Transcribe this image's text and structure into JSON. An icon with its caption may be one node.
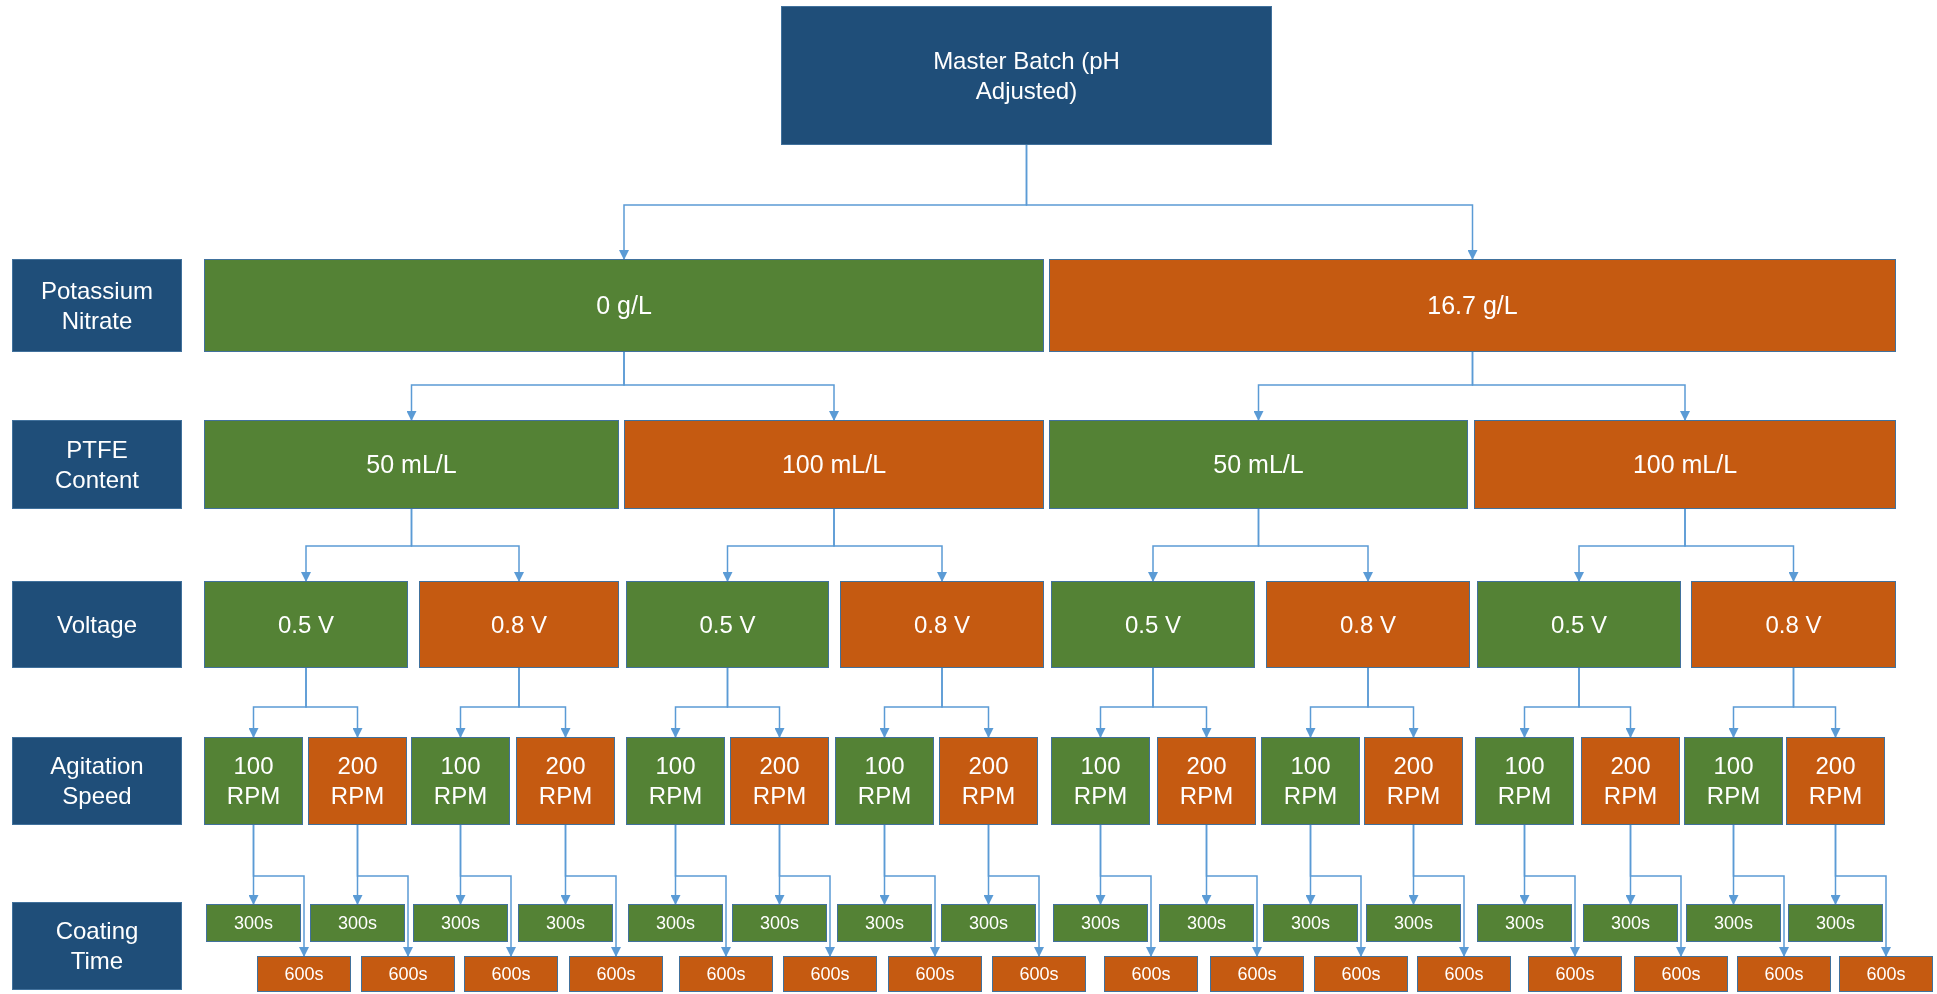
{
  "diagram": {
    "nodes": [
      {
        "text": [
          "Master Batch (pH Adjusted)"
        ]
      },
      {
        "text": [
          "Potassium Nitrate"
        ]
      },
      {
        "text": [
          "PTFE Content"
        ]
      },
      {
        "text": [
          "Voltage"
        ]
      },
      {
        "text": [
          "Agitation Speed"
        ]
      },
      {
        "text": [
          "Coating Time"
        ]
      },
      {
        "text": [
          "0 g/L"
        ]
      },
      {
        "text": [
          "16.7 g/L"
        ]
      },
      {
        "text": [
          "50 mL/L"
        ]
      },
      {
        "text": [
          "100 mL/L"
        ]
      },
      {
        "text": [
          "50 mL/L"
        ]
      },
      {
        "text": [
          "100 mL/L"
        ]
      },
      {
        "text": [
          "0.5 V"
        ]
      },
      {
        "text": [
          "0.8 V"
        ]
      },
      {
        "text": [
          "0.5 V"
        ]
      },
      {
        "text": [
          "0.8 V"
        ]
      },
      {
        "text": [
          "0.5 V"
        ]
      },
      {
        "text": [
          "0.8 V"
        ]
      },
      {
        "text": [
          "0.5 V"
        ]
      },
      {
        "text": [
          "0.8 V"
        ]
      },
      {
        "text": [
          "100 RPM"
        ]
      },
      {
        "text": [
          "200 RPM"
        ]
      },
      {
        "text": [
          "100 RPM"
        ]
      },
      {
        "text": [
          "200 RPM"
        ]
      },
      {
        "text": [
          "100 RPM"
        ]
      },
      {
        "text": [
          "200 RPM"
        ]
      },
      {
        "text": [
          "100 RPM"
        ]
      },
      {
        "text": [
          "200 RPM"
        ]
      },
      {
        "text": [
          "100 RPM"
        ]
      },
      {
        "text": [
          "200 RPM"
        ]
      },
      {
        "text": [
          "100 RPM"
        ]
      },
      {
        "text": [
          "200 RPM"
        ]
      },
      {
        "text": [
          "100 RPM"
        ]
      },
      {
        "text": [
          "200 RPM"
        ]
      },
      {
        "text": [
          "100 RPM"
        ]
      },
      {
        "text": [
          "200 RPM"
        ]
      },
      {
        "text": [
          "300s"
        ]
      },
      {
        "text": [
          "600s"
        ]
      },
      {
        "text": [
          "300s"
        ]
      },
      {
        "text": [
          "600s"
        ]
      },
      {
        "text": [
          "300s"
        ]
      },
      {
        "text": [
          "600s"
        ]
      },
      {
        "text": [
          "300s"
        ]
      },
      {
        "text": [
          "600s"
        ]
      },
      {
        "text": [
          "300s"
        ]
      },
      {
        "text": [
          "600s"
        ]
      },
      {
        "text": [
          "300s"
        ]
      },
      {
        "text": [
          "600s"
        ]
      },
      {
        "text": [
          "300s"
        ]
      },
      {
        "text": [
          "600s"
        ]
      },
      {
        "text": [
          "300s"
        ]
      },
      {
        "text": [
          "600s"
        ]
      },
      {
        "text": [
          "300s"
        ]
      },
      {
        "text": [
          "600s"
        ]
      },
      {
        "text": [
          "300s"
        ]
      },
      {
        "text": [
          "600s"
        ]
      },
      {
        "text": [
          "300s"
        ]
      },
      {
        "text": [
          "600s"
        ]
      },
      {
        "text": [
          "300s"
        ]
      },
      {
        "text": [
          "600s"
        ]
      },
      {
        "text": [
          "300s"
        ]
      },
      {
        "text": [
          "600s"
        ]
      },
      {
        "text": [
          "300s"
        ]
      },
      {
        "text": [
          "600s"
        ]
      },
      {
        "text": [
          "300s"
        ]
      },
      {
        "text": [
          "600s"
        ]
      },
      {
        "text": [
          "300s"
        ]
      },
      {
        "text": [
          "600s"
        ]
      }
    ],
    "edges": [
      {
        "from": 0,
        "to": 6,
        "arrow": "to"
      },
      {
        "from": 0,
        "to": 7,
        "arrow": "to"
      },
      {
        "from": 6,
        "to": 8,
        "arrow": "to"
      },
      {
        "from": 6,
        "to": 9,
        "arrow": "to"
      },
      {
        "from": 7,
        "to": 10,
        "arrow": "to"
      },
      {
        "from": 7,
        "to": 11,
        "arrow": "to"
      },
      {
        "from": 8,
        "to": 12,
        "arrow": "to"
      },
      {
        "from": 8,
        "to": 13,
        "arrow": "to"
      },
      {
        "from": 9,
        "to": 14,
        "arrow": "to"
      },
      {
        "from": 9,
        "to": 15,
        "arrow": "to"
      },
      {
        "from": 10,
        "to": 16,
        "arrow": "to"
      },
      {
        "from": 10,
        "to": 17,
        "arrow": "to"
      },
      {
        "from": 11,
        "to": 18,
        "arrow": "to"
      },
      {
        "from": 11,
        "to": 19,
        "arrow": "to"
      },
      {
        "from": 12,
        "to": 20,
        "arrow": "to"
      },
      {
        "from": 12,
        "to": 21,
        "arrow": "to"
      },
      {
        "from": 13,
        "to": 22,
        "arrow": "to"
      },
      {
        "from": 13,
        "to": 23,
        "arrow": "to"
      },
      {
        "from": 14,
        "to": 24,
        "arrow": "to"
      },
      {
        "from": 14,
        "to": 25,
        "arrow": "to"
      },
      {
        "from": 15,
        "to": 26,
        "arrow": "to"
      },
      {
        "from": 15,
        "to": 27,
        "arrow": "to"
      },
      {
        "from": 16,
        "to": 28,
        "arrow": "to"
      },
      {
        "from": 16,
        "to": 29,
        "arrow": "to"
      },
      {
        "from": 17,
        "to": 30,
        "arrow": "to"
      },
      {
        "from": 17,
        "to": 31,
        "arrow": "to"
      },
      {
        "from": 18,
        "to": 32,
        "arrow": "to"
      },
      {
        "from": 18,
        "to": 33,
        "arrow": "to"
      },
      {
        "from": 19,
        "to": 34,
        "arrow": "to"
      },
      {
        "from": 19,
        "to": 35,
        "arrow": "to"
      },
      {
        "from": 20,
        "to": 36,
        "arrow": "to"
      },
      {
        "from": 20,
        "to": 37,
        "arrow": "to"
      },
      {
        "from": 21,
        "to": 38,
        "arrow": "to"
      },
      {
        "from": 21,
        "to": 39,
        "arrow": "to"
      },
      {
        "from": 22,
        "to": 40,
        "arrow": "to"
      },
      {
        "from": 22,
        "to": 41,
        "arrow": "to"
      },
      {
        "from": 23,
        "to": 42,
        "arrow": "to"
      },
      {
        "from": 23,
        "to": 43,
        "arrow": "to"
      },
      {
        "from": 24,
        "to": 44,
        "arrow": "to"
      },
      {
        "from": 24,
        "to": 45,
        "arrow": "to"
      },
      {
        "from": 25,
        "to": 46,
        "arrow": "to"
      },
      {
        "from": 25,
        "to": 47,
        "arrow": "to"
      },
      {
        "from": 26,
        "to": 48,
        "arrow": "to"
      },
      {
        "from": 26,
        "to": 49,
        "arrow": "to"
      },
      {
        "from": 27,
        "to": 50,
        "arrow": "to"
      },
      {
        "from": 27,
        "to": 51,
        "arrow": "to"
      },
      {
        "from": 28,
        "to": 52,
        "arrow": "to"
      },
      {
        "from": 28,
        "to": 53,
        "arrow": "to"
      },
      {
        "from": 29,
        "to": 54,
        "arrow": "to"
      },
      {
        "from": 29,
        "to": 55,
        "arrow": "to"
      },
      {
        "from": 30,
        "to": 56,
        "arrow": "to"
      },
      {
        "from": 30,
        "to": 57,
        "arrow": "to"
      },
      {
        "from": 31,
        "to": 58,
        "arrow": "to"
      },
      {
        "from": 31,
        "to": 59,
        "arrow": "to"
      },
      {
        "from": 32,
        "to": 60,
        "arrow": "to"
      },
      {
        "from": 32,
        "to": 61,
        "arrow": "to"
      },
      {
        "from": 33,
        "to": 62,
        "arrow": "to"
      },
      {
        "from": 33,
        "to": 63,
        "arrow": "to"
      },
      {
        "from": 34,
        "to": 64,
        "arrow": "to"
      },
      {
        "from": 34,
        "to": 65,
        "arrow": "to"
      },
      {
        "from": 35,
        "to": 66,
        "arrow": "to"
      },
      {
        "from": 35,
        "to": 67,
        "arrow": "to"
      }
    ]
  }
}
